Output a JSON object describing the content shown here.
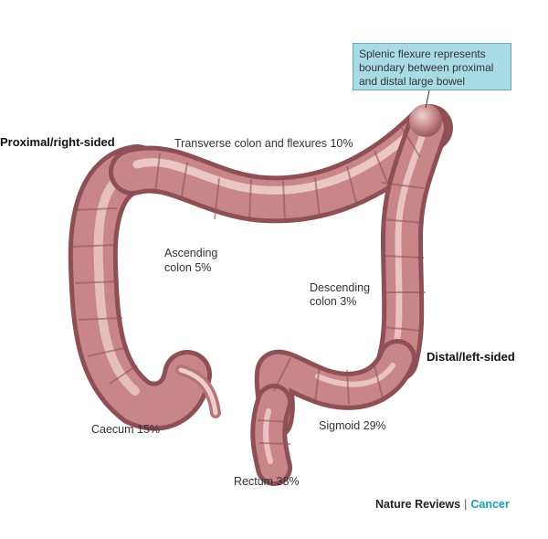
{
  "regions": {
    "proximal": "Proximal/right-sided",
    "distal": "Distal/left-sided"
  },
  "labels": {
    "transverse": "Transverse colon and flexures 10%",
    "ascending_1": "Ascending",
    "ascending_2": "colon 5%",
    "descending_1": "Descending",
    "descending_2": "colon 3%",
    "caecum": "Caecum 15%",
    "sigmoid": "Sigmoid 29%",
    "rectum": "Rectum 38%"
  },
  "callout": {
    "line1": "Splenic flexure represents",
    "line2": "boundary between proximal",
    "line3": "and distal large bowel"
  },
  "footer": {
    "journal": "Nature Reviews",
    "separator": "|",
    "section": "Cancer"
  },
  "colors": {
    "bowel": "#c07f82",
    "bowel_light": "#f0d2cf",
    "bowel_dark": "#8e4f55",
    "callout_bg": "#a9dbe6",
    "accent": "#1a9fb4"
  }
}
